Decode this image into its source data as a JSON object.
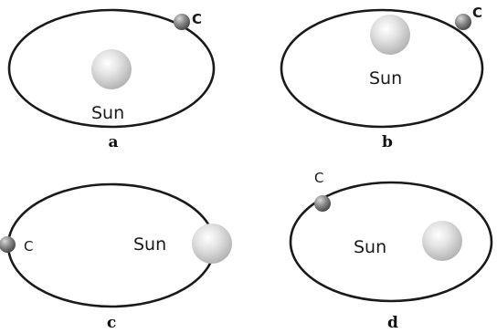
{
  "diagram": {
    "sun_label": "Sun",
    "comet_label": "C",
    "panels": [
      {
        "letter": "a"
      },
      {
        "letter": "b"
      },
      {
        "letter": "c"
      },
      {
        "letter": "d"
      }
    ]
  }
}
